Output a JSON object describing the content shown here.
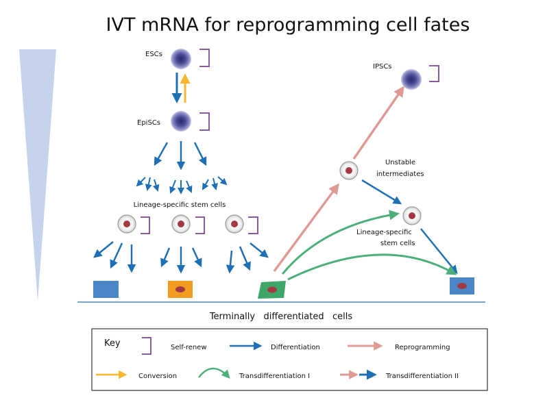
{
  "title": "IVT mRNA for reprogramming cell fates",
  "labels": {
    "escs": "ESCs",
    "episcs": "EpiSCs",
    "ipscs": "IPSCs",
    "lineage_left": "Lineage-specific stem cells",
    "unstable_1": "Unstable",
    "unstable_2": "intermediates",
    "lineage_right_1": "Lineage-specific",
    "lineage_right_2": "stem cells",
    "terminal": "Terminally   differentiated   cells"
  },
  "key": {
    "heading": "Key",
    "self_renew": "Self-renew",
    "differentiation": "Differentiation",
    "reprogramming": "Reprogramming",
    "conversion": "Conversion",
    "transdiff_1": "Transdifferentiation I",
    "transdiff_2": "Transdifferentiation II"
  },
  "colors": {
    "differentiation": "#1f6fb4",
    "reprogramming": "#e09a96",
    "conversion": "#f5b82e",
    "transdifferentiation": "#4caf7a",
    "self_renew": "#8a5a9e",
    "gradient": "#c5d3ec",
    "cell_blue": "#4a86c8",
    "cell_orange": "#f39c1f",
    "cell_green": "#3fa66a",
    "nucleus": "#a33a43",
    "baseline": "#4a86b8"
  }
}
